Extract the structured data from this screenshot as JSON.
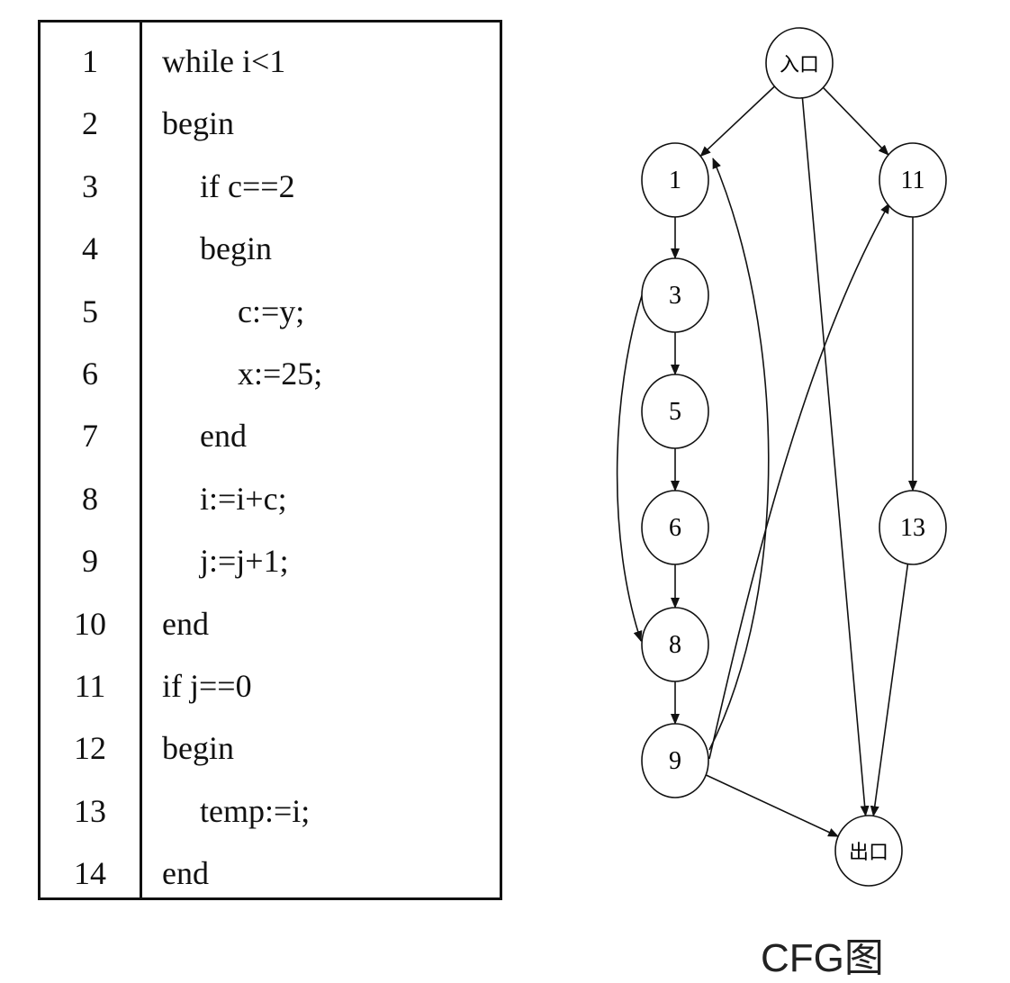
{
  "code": {
    "lines": [
      {
        "num": "1",
        "text": "while i<1",
        "indent": 0
      },
      {
        "num": "2",
        "text": "begin",
        "indent": 0
      },
      {
        "num": "3",
        "text": "if c==2",
        "indent": 1
      },
      {
        "num": "4",
        "text": "begin",
        "indent": 1
      },
      {
        "num": "5",
        "text": "c:=y;",
        "indent": 2
      },
      {
        "num": "6",
        "text": "x:=25;",
        "indent": 2
      },
      {
        "num": "7",
        "text": "end",
        "indent": 1
      },
      {
        "num": "8",
        "text": "i:=i+c;",
        "indent": 1
      },
      {
        "num": "9",
        "text": "j:=j+1;",
        "indent": 1
      },
      {
        "num": "10",
        "text": "end",
        "indent": 0
      },
      {
        "num": "11",
        "text": "if j==0",
        "indent": 0
      },
      {
        "num": "12",
        "text": "begin",
        "indent": 0
      },
      {
        "num": "13",
        "text": "temp:=i;",
        "indent": 1
      },
      {
        "num": "14",
        "text": "end",
        "indent": 0
      }
    ]
  },
  "cfg": {
    "nodes": [
      {
        "id": "entry",
        "label": "入口"
      },
      {
        "id": "n1",
        "label": "1"
      },
      {
        "id": "n11",
        "label": "11"
      },
      {
        "id": "n3",
        "label": "3"
      },
      {
        "id": "n5",
        "label": "5"
      },
      {
        "id": "n6",
        "label": "6"
      },
      {
        "id": "n8",
        "label": "8"
      },
      {
        "id": "n9",
        "label": "9"
      },
      {
        "id": "n13",
        "label": "13"
      },
      {
        "id": "exit",
        "label": "出口"
      }
    ],
    "edges": [
      {
        "from": "entry",
        "to": "n1"
      },
      {
        "from": "entry",
        "to": "n11"
      },
      {
        "from": "entry",
        "to": "exit"
      },
      {
        "from": "n1",
        "to": "n3"
      },
      {
        "from": "n3",
        "to": "n5"
      },
      {
        "from": "n3",
        "to": "n8"
      },
      {
        "from": "n5",
        "to": "n6"
      },
      {
        "from": "n6",
        "to": "n8"
      },
      {
        "from": "n8",
        "to": "n9"
      },
      {
        "from": "n9",
        "to": "n1"
      },
      {
        "from": "n9",
        "to": "n11"
      },
      {
        "from": "n9",
        "to": "exit"
      },
      {
        "from": "n11",
        "to": "n13"
      },
      {
        "from": "n13",
        "to": "exit"
      }
    ]
  },
  "caption": "CFG图"
}
